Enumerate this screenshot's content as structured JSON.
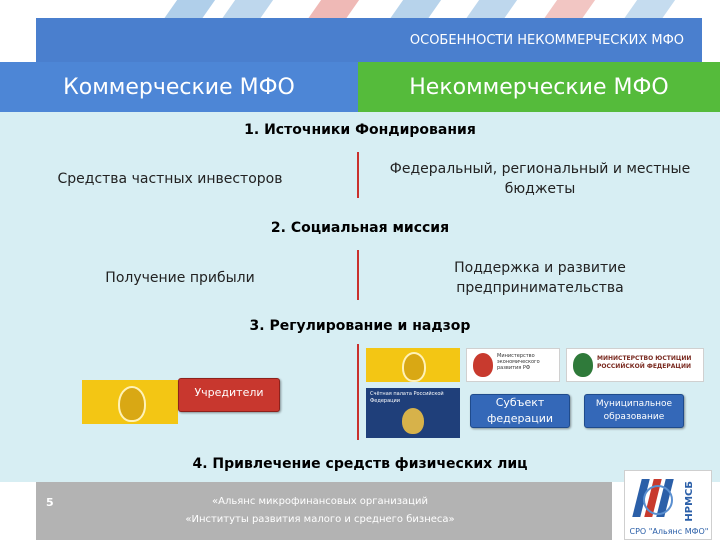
{
  "header": {
    "title": "ОСОБЕННОСТИ НЕКОММЕРЧЕСКИХ МФО"
  },
  "columns": {
    "left_title": "Коммерческие МФО",
    "right_title": "Некоммерческие МФО"
  },
  "sections": [
    {
      "heading": "1. Источники Фондирования",
      "left": "Средства частных инвесторов",
      "right": "Федеральный, региональный и местные бюджеты"
    },
    {
      "heading": "2. Социальная миссия",
      "left": "Получение прибыли",
      "right": "Поддержка и развитие предпринимательства"
    },
    {
      "heading": "3. Регулирование и надзор"
    },
    {
      "heading": "4. Привлечение средств физических лиц"
    }
  ],
  "regulation": {
    "founders_button": "Учредители",
    "subject_button": "Субъект федерации",
    "municipal_button": "Муниципальное образование",
    "logo_ministry_economy": "Министерство экономического развития РФ",
    "logo_ministry_justice": "МИНИСТЕРСТВО ЮСТИЦИИ РОССИЙСКОЙ ФЕДЕРАЦИИ",
    "logo_accounts_chamber": "Счётная палата Российской Федерации"
  },
  "footer": {
    "page_number": "5",
    "line1": "«Альянс микрофинансовых организаций",
    "line2": "«Институты развития малого и среднего бизнеса»",
    "logo_vertical": "НРМСБ",
    "logo_caption": "СРО \"Альянс МФО\""
  },
  "colors": {
    "header_blue": "#4a7fce",
    "commercial_blue": "#4d86d6",
    "noncommercial_green": "#55bb3b",
    "band_light": "#d7eef3",
    "button_red": "#c8372e",
    "button_blue": "#3468b8"
  }
}
